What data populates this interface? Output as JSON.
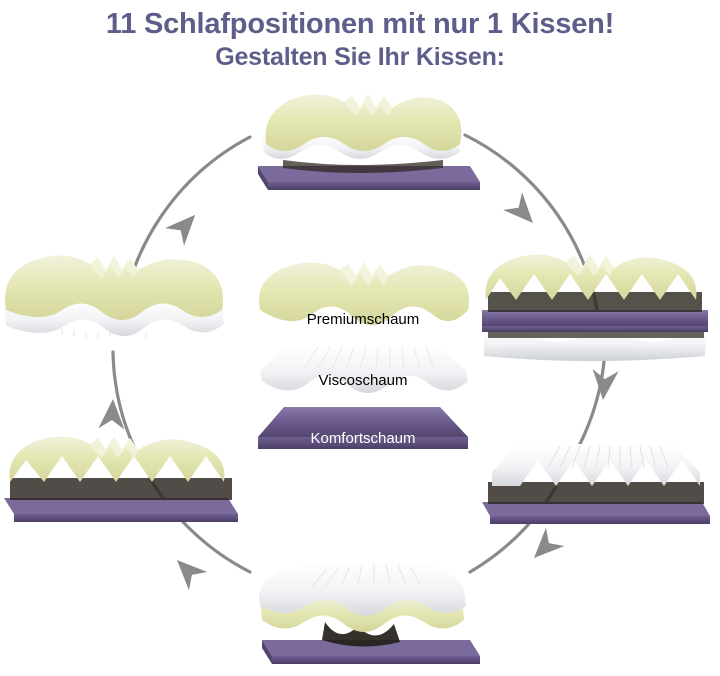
{
  "headings": {
    "line1": "11 Schlafpositionen mit nur 1 Kissen!",
    "line2": "Gestalten Sie Ihr Kissen:"
  },
  "colors": {
    "title": "#5e5e8b",
    "premium_foam": "#e5e7b4",
    "premium_foam_dark": "#d6d89c",
    "premium_foam_light": "#f0f1d8",
    "visco_foam": "#f3f4f6",
    "visco_foam_dark": "#d8dade",
    "visco_foam_light": "#ffffff",
    "komfort_foam": "#6b5b8e",
    "komfort_foam_dark": "#534473",
    "komfort_foam_light": "#8a79aa",
    "shadow": "#3a3228",
    "arrow": "#8a8a8a",
    "background": "#ffffff"
  },
  "center_stack": {
    "layers": [
      {
        "id": "premium",
        "label": "Premiumschaum",
        "label_color": "#000000"
      },
      {
        "id": "visco",
        "label": "Viscoschaum",
        "label_color": "#000000"
      },
      {
        "id": "komfort",
        "label": "Komfortschaum",
        "label_color": "#ffffff"
      }
    ]
  },
  "cycle": {
    "direction": "clockwise",
    "count": 6,
    "nodes": [
      {
        "position": "top",
        "stack": [
          "premium",
          "visco",
          "komfort"
        ]
      },
      {
        "position": "right-upper",
        "stack": [
          "premium",
          "komfort",
          "visco"
        ]
      },
      {
        "position": "right-lower",
        "stack": [
          "visco",
          "komfort"
        ]
      },
      {
        "position": "bottom",
        "stack": [
          "visco",
          "premium",
          "komfort"
        ]
      },
      {
        "position": "left-lower",
        "stack": [
          "premium",
          "komfort"
        ]
      },
      {
        "position": "left-upper",
        "stack": [
          "premium",
          "visco"
        ]
      }
    ],
    "arrows": [
      {
        "id": "arrow-top-left",
        "direction": "up-right"
      },
      {
        "id": "arrow-top-right",
        "direction": "down-right"
      },
      {
        "id": "arrow-right",
        "direction": "down"
      },
      {
        "id": "arrow-bottom-right",
        "direction": "down-left"
      },
      {
        "id": "arrow-bottom-left",
        "direction": "up-left"
      },
      {
        "id": "arrow-left",
        "direction": "up"
      }
    ]
  }
}
